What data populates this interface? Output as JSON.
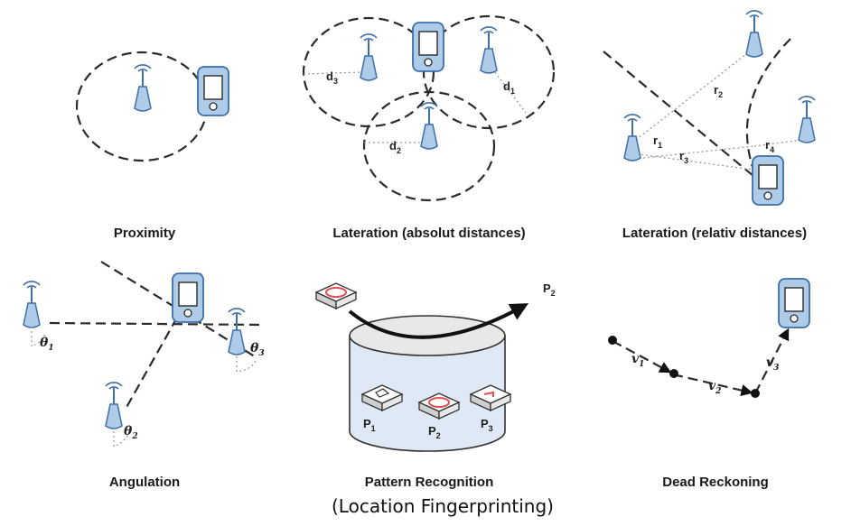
{
  "captions": {
    "proximity": "Proximity",
    "lateration_absolute": "Lateration (absolut distances)",
    "lateration_relative": "Lateration (relativ distances)",
    "angulation": "Angulation",
    "pattern_recognition": "Pattern Recognition",
    "fingerprinting": "(Location Fingerprinting)",
    "dead_reckoning": "Dead Reckoning"
  },
  "labels": {
    "d": "d",
    "r": "r",
    "theta": "θ",
    "p": "P",
    "v": "v",
    "sub1": "1",
    "sub2": "2",
    "sub3": "3",
    "sub4": "4"
  },
  "colors": {
    "device_fill": "#aecbe8",
    "device_stroke": "#3d6fa8",
    "cylinder_top": "#e8e8e8",
    "cylinder_body": "#dfe9f5",
    "card_ring": "#e05050"
  },
  "icons": [
    "antenna-icon",
    "smartphone-icon",
    "database-cylinder-icon",
    "fingerprint-card-icon"
  ]
}
